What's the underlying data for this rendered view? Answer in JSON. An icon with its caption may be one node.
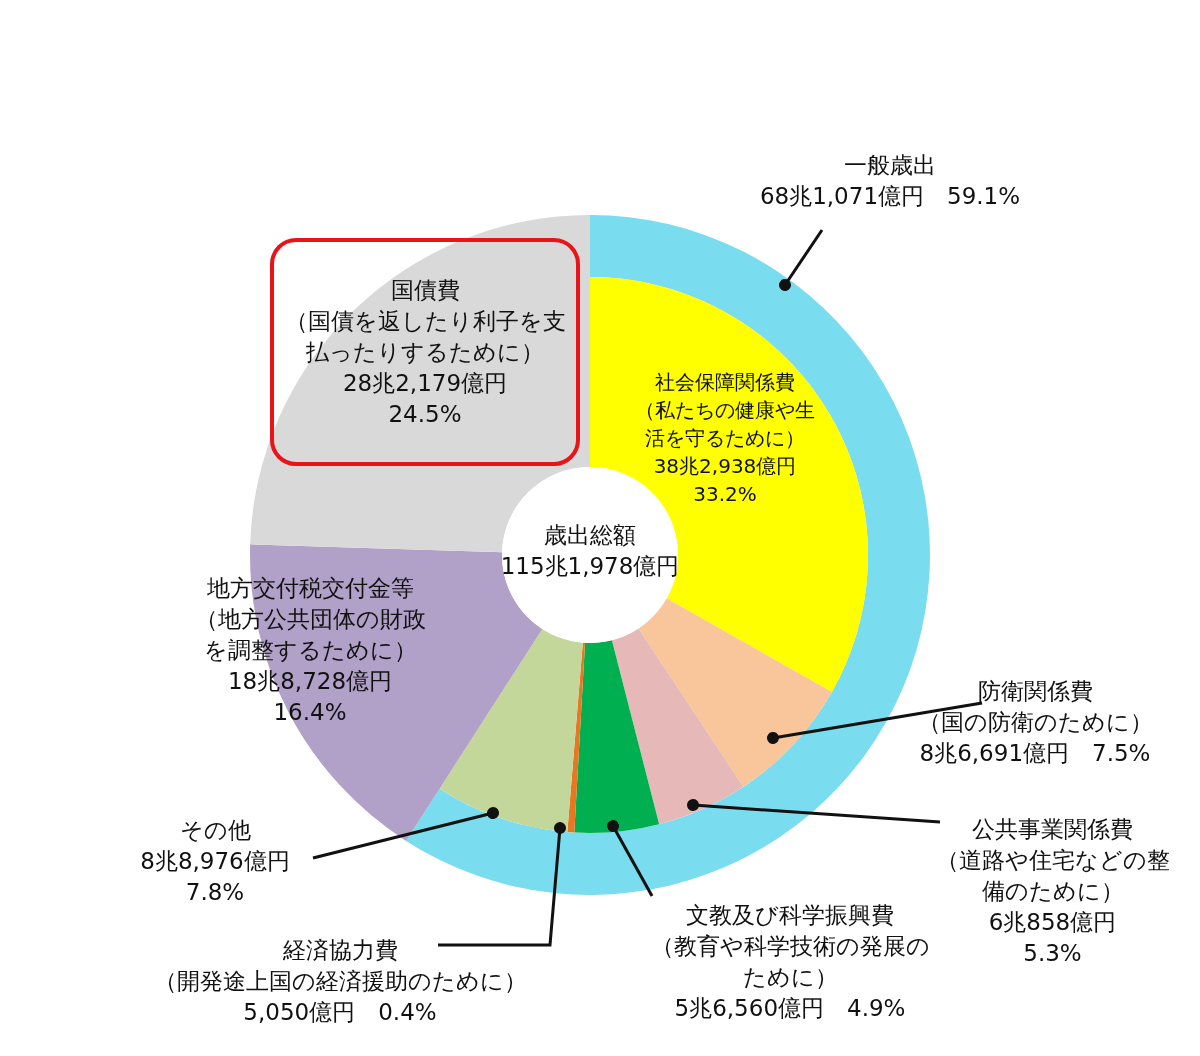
{
  "diagram": {
    "nodes": [
      {
        "text": [
          "一般歳出",
          "68兆1,071億円　59.1%"
        ]
      },
      {
        "text": [],
        "shape": "arc"
      },
      {
        "text": [
          "社会保障関係費",
          "（私たちの健康や生活を守るために）",
          "38兆2,938億円",
          "33.2%"
        ]
      },
      {
        "text": [
          "国債費",
          "（国債を返したり利子を支払ったりするために）",
          "28兆2,179億円",
          "24.5%"
        ]
      },
      {
        "text": [
          "地方交付税交付金等",
          "（地方公共団体の財政を調整するために）",
          "18兆8,728億円",
          "16.4%"
        ]
      },
      {
        "text": [
          "歳出総額",
          "115兆1,978億円"
        ]
      },
      {
        "text": [
          "防衛関係費",
          "（国の防衛のために）",
          "8兆6,691億円　7.5%"
        ]
      },
      {
        "text": [],
        "shape": "arc"
      },
      {
        "text": [
          "公共事業関係費",
          "（道路や住宅などの整備のために）",
          "6兆858億円",
          "5.3%"
        ]
      },
      {
        "text": [],
        "shape": "arc"
      },
      {
        "text": [
          "文教及び科学振興費",
          "（教育や科学技術の発展のために）",
          "5兆6,560億円　4.9%"
        ]
      },
      {
        "text": [],
        "shape": "arc"
      },
      {
        "text": [
          "経済協力費",
          "（開発途上国の経済援助のために）",
          "5,050億円　0.4%"
        ]
      },
      {
        "text": [],
        "shape": "arc"
      },
      {
        "text": [
          "その他",
          "8兆8,976億円",
          "7.8%"
        ]
      },
      {
        "text": [],
        "shape": "arc"
      }
    ],
    "edges": [
      {
        "from": 0,
        "to": 1,
        "arrow": "other"
      },
      {
        "from": 6,
        "to": 7,
        "arrow": "other"
      },
      {
        "from": 8,
        "to": 9,
        "arrow": "other"
      },
      {
        "from": 10,
        "to": 11,
        "arrow": "other"
      },
      {
        "from": 12,
        "to": 13,
        "arrow": "other"
      },
      {
        "from": 14,
        "to": 15,
        "arrow": "other"
      }
    ]
  }
}
